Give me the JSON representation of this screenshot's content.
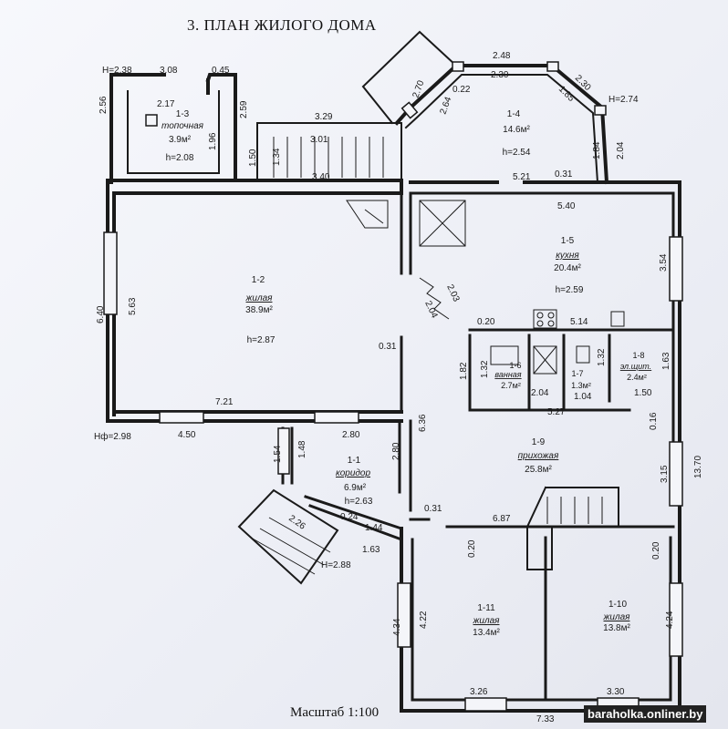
{
  "title": "3. ПЛАН ЖИЛОГО ДОМА",
  "scale": "Масштаб 1:100",
  "watermark": "baraholka.onliner.by",
  "rooms": [
    {
      "id": "r13",
      "num": "1-3",
      "name": "топочная",
      "area": "3.9м²",
      "height": "h=2.08"
    },
    {
      "id": "r14",
      "num": "1-4",
      "name": "",
      "area": "14.6м²",
      "height": "h=2.54"
    },
    {
      "id": "r12",
      "num": "1-2",
      "name": "жилая",
      "area": "38.9м²",
      "height": "h=2.87"
    },
    {
      "id": "r15",
      "num": "1-5",
      "name": "кухня",
      "area": "20.4м²",
      "height": "h=2.59"
    },
    {
      "id": "r16",
      "num": "1-6",
      "name": "ванная",
      "area": "2.7м²",
      "height": ""
    },
    {
      "id": "r17",
      "num": "1-7",
      "name": "",
      "area": "1.3м²",
      "height": ""
    },
    {
      "id": "r18",
      "num": "1-8",
      "name": "эл.щит.",
      "area": "2.4м²",
      "height": ""
    },
    {
      "id": "r19",
      "num": "1-9",
      "name": "прихожая",
      "area": "25.8м²",
      "height": ""
    },
    {
      "id": "r11",
      "num": "1-1",
      "name": "коридор",
      "area": "6.9м²",
      "height": "h=2.63"
    },
    {
      "id": "r111",
      "num": "1-11",
      "name": "жилая",
      "area": "13.4м²",
      "height": ""
    },
    {
      "id": "r110",
      "num": "1-10",
      "name": "жилая",
      "area": "13.8м²",
      "height": ""
    }
  ],
  "levels": {
    "h238": "H=2.38",
    "h274": "H=2.74",
    "h298": "Hф=2.98",
    "h288": "H=2.88"
  },
  "dims": {
    "d308": "3.08",
    "d045": "0.45",
    "d217": "2.17",
    "d256": "2.56",
    "d259": "2.59",
    "d196": "1.96",
    "d329": "3.29",
    "d301": "3.01",
    "d150": "1.50",
    "d134": "1.34",
    "d340": "3.40",
    "d270": "2.70",
    "d264": "2.64",
    "d022": "0.22",
    "d248": "2.48",
    "d230": "2.30",
    "d230b": "2.30",
    "d185": "1.85",
    "d184": "1.84",
    "d204": "2.04",
    "d521": "5.21",
    "d031a": "0.31",
    "d540": "5.40",
    "d640": "6.40",
    "d563": "5.63",
    "d203": "2.03",
    "d204b": "2.04",
    "d354": "3.54",
    "d020a": "0.20",
    "d514": "5.14",
    "d031b": "0.31",
    "d182": "1.82",
    "d132a": "1.32",
    "d132b": "1.32",
    "d204c": "2.04",
    "d104": "1.04",
    "d163": "1.63",
    "d150b": "1.50",
    "d721": "7.21",
    "d527": "5.27",
    "d636": "6.36",
    "d016": "0.16",
    "d450": "4.50",
    "d280a": "2.80",
    "d280b": "2.80",
    "d154": "1.54",
    "d148": "1.48",
    "d315": "3.15",
    "d1370": "13.70",
    "d226": "2.26",
    "d024": "0.24",
    "d144": "1.44",
    "d163b": "1.63",
    "d031c": "0.31",
    "d687": "6.87",
    "d020b": "0.20",
    "d020c": "0.20",
    "d434": "4.34",
    "d422": "4.22",
    "d424": "4.24",
    "d326": "3.26",
    "d330": "3.30",
    "d733": "7.33"
  }
}
